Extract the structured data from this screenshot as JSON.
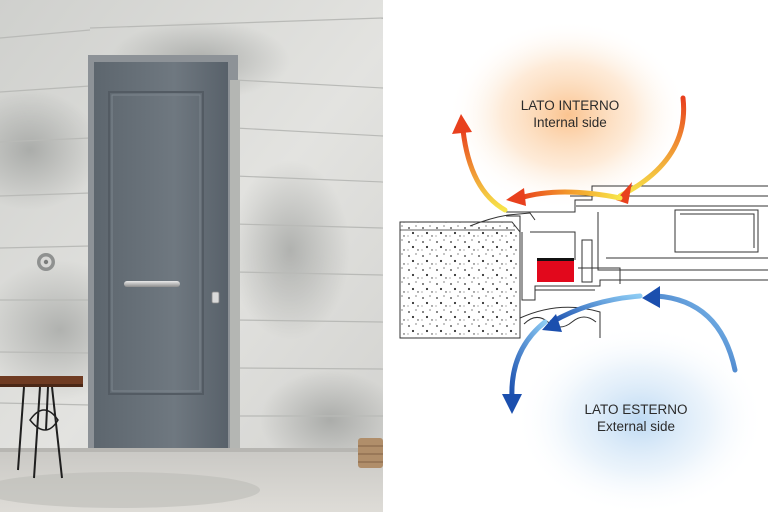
{
  "internal_side": {
    "title": "LATO INTERNO",
    "subtitle": "Internal side",
    "glow_color": "#f9b06b",
    "arrow_colors": [
      "#f7e64a",
      "#e8401d"
    ]
  },
  "external_side": {
    "title": "LATO ESTERNO",
    "subtitle": "External side",
    "glow_color": "#a8cdef",
    "arrow_colors": [
      "#8ccbf4",
      "#1b4fae"
    ]
  },
  "components": {
    "seal_color": "#e2081c",
    "concrete_fill": "dotted",
    "door_color": "#6a737b",
    "wall_color": "#dfe0de"
  },
  "icons": [
    "doorbell-icon",
    "door-handle-icon",
    "door-lock-icon"
  ]
}
